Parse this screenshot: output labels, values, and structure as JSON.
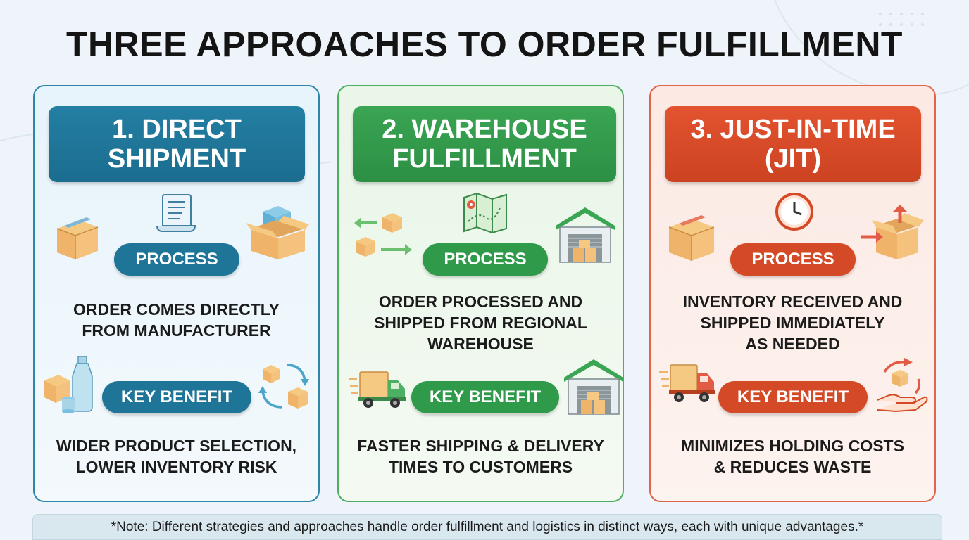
{
  "title": "THREE APPROACHES TO ORDER FULFILLMENT",
  "cards": [
    {
      "header_line1": "1. DIRECT",
      "header_line2": "SHIPMENT",
      "process_label": "PROCESS",
      "process_line1": "ORDER COMES DIRECTLY",
      "process_line2": "FROM MANUFACTURER",
      "process_line3": "",
      "benefit_label": "KEY BENEFIT",
      "benefit_line1": "WIDER PRODUCT SELECTION,",
      "benefit_line2": "LOWER INVENTORY RISK",
      "color": "#1f7597"
    },
    {
      "header_line1": "2. WAREHOUSE",
      "header_line2": "FULFILLMENT",
      "process_label": "PROCESS",
      "process_line1": "ORDER PROCESSED AND",
      "process_line2": "SHIPPED FROM REGIONAL",
      "process_line3": "WAREHOUSE",
      "benefit_label": "KEY BENEFIT",
      "benefit_line1": "FASTER SHIPPING & DELIVERY",
      "benefit_line2": "TIMES TO CUSTOMERS",
      "color": "#2f9a49"
    },
    {
      "header_line1": "3. JUST-IN-TIME",
      "header_line2": "(JIT)",
      "process_label": "PROCESS",
      "process_line1": "INVENTORY RECEIVED AND",
      "process_line2": "SHIPPED IMMEDIATELY",
      "process_line3": "AS NEEDED",
      "benefit_label": "KEY BENEFIT",
      "benefit_line1": "MINIMIZES HOLDING COSTS",
      "benefit_line2": "& REDUCES WASTE",
      "color": "#d44a26"
    }
  ],
  "note": "*Note: Different strategies and approaches handle order fulfillment and logistics in distinct ways, each with unique advantages.*",
  "icons": [
    "box-icon",
    "scroll-icon",
    "open-box-icon",
    "bottle-icon",
    "recycle-boxes-icon",
    "arrows-boxes-icon",
    "map-icon",
    "warehouse-icon",
    "truck-icon",
    "clock-icon",
    "hand-box-icon"
  ]
}
